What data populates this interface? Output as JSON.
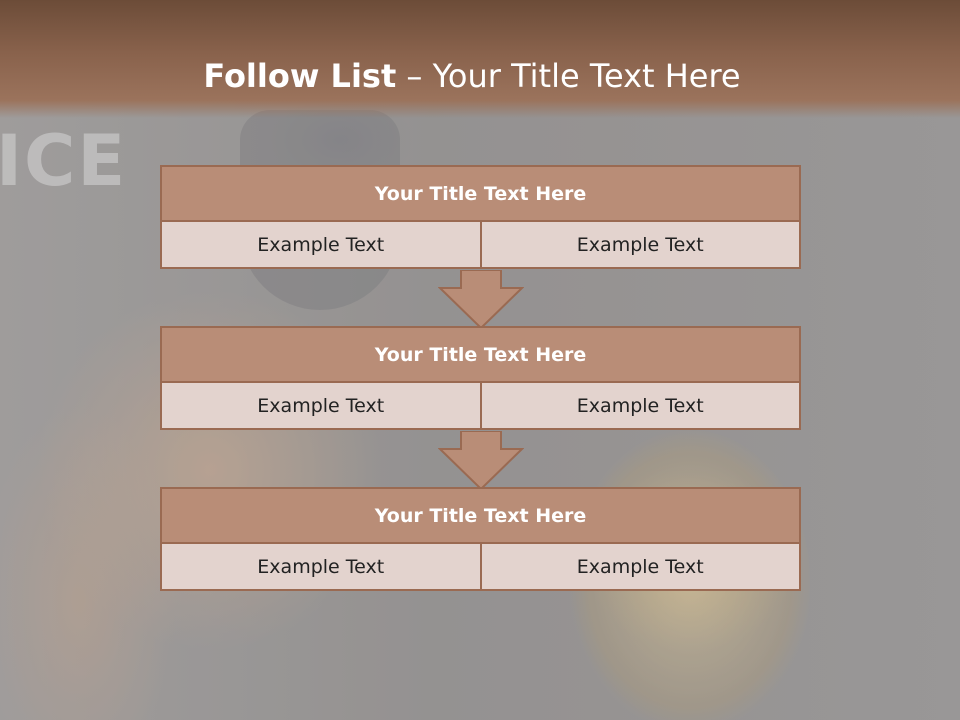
{
  "slide": {
    "title_bold": "Follow List",
    "title_rest": "– Your Title Text Here",
    "background_text": "ICE"
  },
  "blocks": [
    {
      "title": "Your Title Text Here",
      "left": "Example Text",
      "right": "Example Text"
    },
    {
      "title": "Your Title Text Here",
      "left": "Example Text",
      "right": "Example Text"
    },
    {
      "title": "Your Title Text Here",
      "left": "Example Text",
      "right": "Example Text"
    }
  ],
  "colors": {
    "header_fill": "#b98d77",
    "border": "#9a6a52",
    "cell_fill": "#e3d3ce",
    "title_band": "#89624c"
  }
}
